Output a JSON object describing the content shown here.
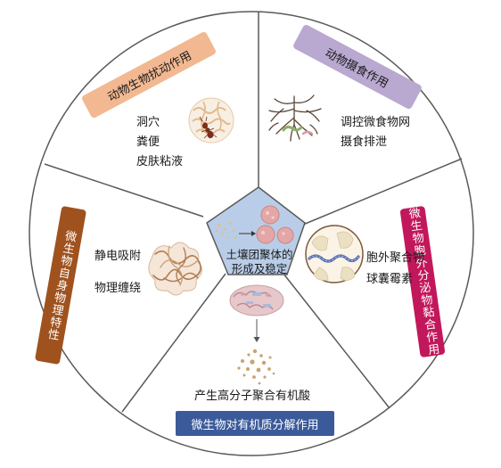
{
  "center": {
    "line1": "土壤团聚体的",
    "line2": "形成及稳定"
  },
  "sectors": {
    "animal_disturbance": {
      "title": "动物生物扰动作用",
      "items": [
        "洞穴",
        "粪便",
        "皮肤粘液"
      ]
    },
    "animal_feeding": {
      "title": "动物摄食作用",
      "items": [
        "调控微食物网",
        "摄食排泄"
      ]
    },
    "microbial_secretion": {
      "title": "微生物胞外分泌物黏合作用",
      "items": [
        "胞外聚合物",
        "球囊霉素"
      ]
    },
    "organic_decomposition": {
      "title": "微生物对有机质分解作用",
      "items": [
        "产生高分子聚合有机酸"
      ]
    },
    "microbial_physical": {
      "title": "微生物自身物理特性",
      "items": [
        "静电吸附",
        "物理缠绕"
      ]
    }
  },
  "colors": {
    "animal_disturbance_banner": "#f2b891",
    "animal_feeding_banner": "#b9a8d0",
    "microbial_secretion_banner": "#c2185b",
    "organic_decomposition_banner": "#3b5a9a",
    "microbial_physical_banner": "#a0521e",
    "pentagon_fill": "#b9cde8",
    "circle_stroke": "#5a5a5a"
  },
  "icons": [
    "worm-icon",
    "ant-icon",
    "root-icon",
    "soil-particle-icon",
    "hyphae-icon",
    "fungal-strand-icon",
    "aggregate-icon",
    "organic-matter-icon",
    "particles-icon"
  ]
}
